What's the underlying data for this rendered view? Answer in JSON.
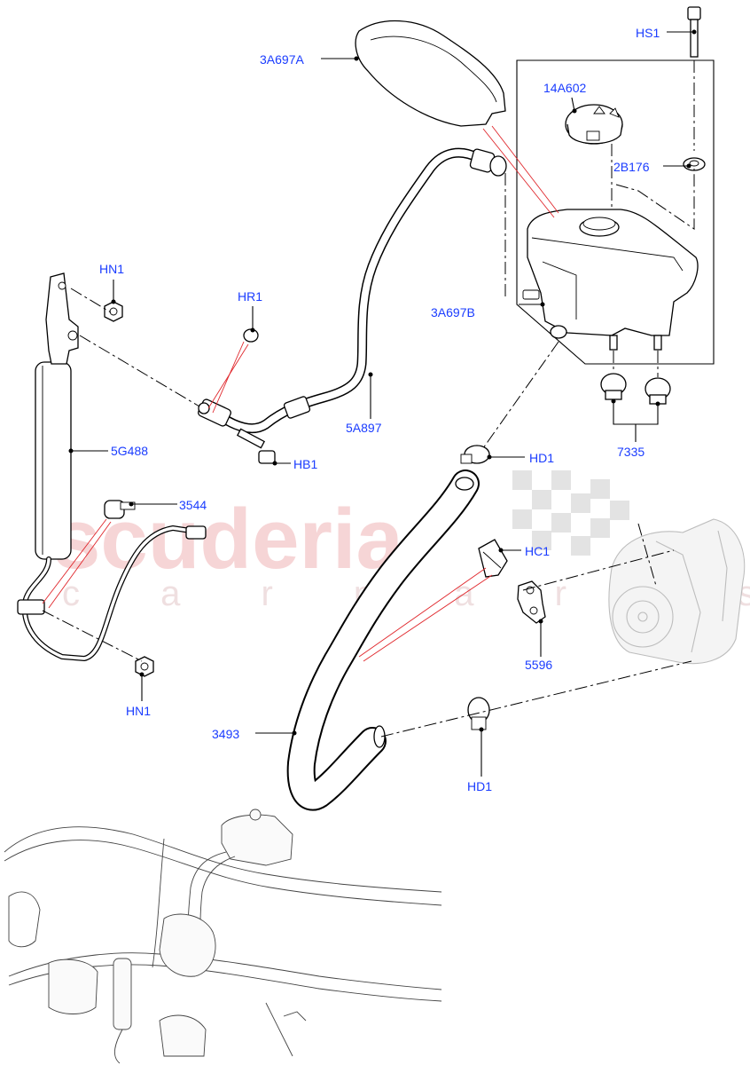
{
  "watermark": {
    "main": "scuderia",
    "sub": "c a r p a r t s"
  },
  "parts": [
    {
      "id": "HS1",
      "label": "HS1"
    },
    {
      "id": "3A697A",
      "label": "3A697A"
    },
    {
      "id": "14A602",
      "label": "14A602"
    },
    {
      "id": "2B176",
      "label": "2B176"
    },
    {
      "id": "HN1-upper",
      "label": "HN1"
    },
    {
      "id": "HR1",
      "label": "HR1"
    },
    {
      "id": "3A697B",
      "label": "3A697B"
    },
    {
      "id": "5A897",
      "label": "5A897"
    },
    {
      "id": "5G488",
      "label": "5G488"
    },
    {
      "id": "HB1",
      "label": "HB1"
    },
    {
      "id": "HD1-upper",
      "label": "HD1"
    },
    {
      "id": "7335",
      "label": "7335"
    },
    {
      "id": "3544",
      "label": "3544"
    },
    {
      "id": "HC1",
      "label": "HC1"
    },
    {
      "id": "5596",
      "label": "5596"
    },
    {
      "id": "HN1-lower",
      "label": "HN1"
    },
    {
      "id": "3493",
      "label": "3493"
    },
    {
      "id": "HD1-lower",
      "label": "HD1"
    }
  ],
  "colors": {
    "label": "#1a3cff",
    "leader": "#000000",
    "red_leader": "#e0262b",
    "watermark": "#f4c7c9"
  }
}
